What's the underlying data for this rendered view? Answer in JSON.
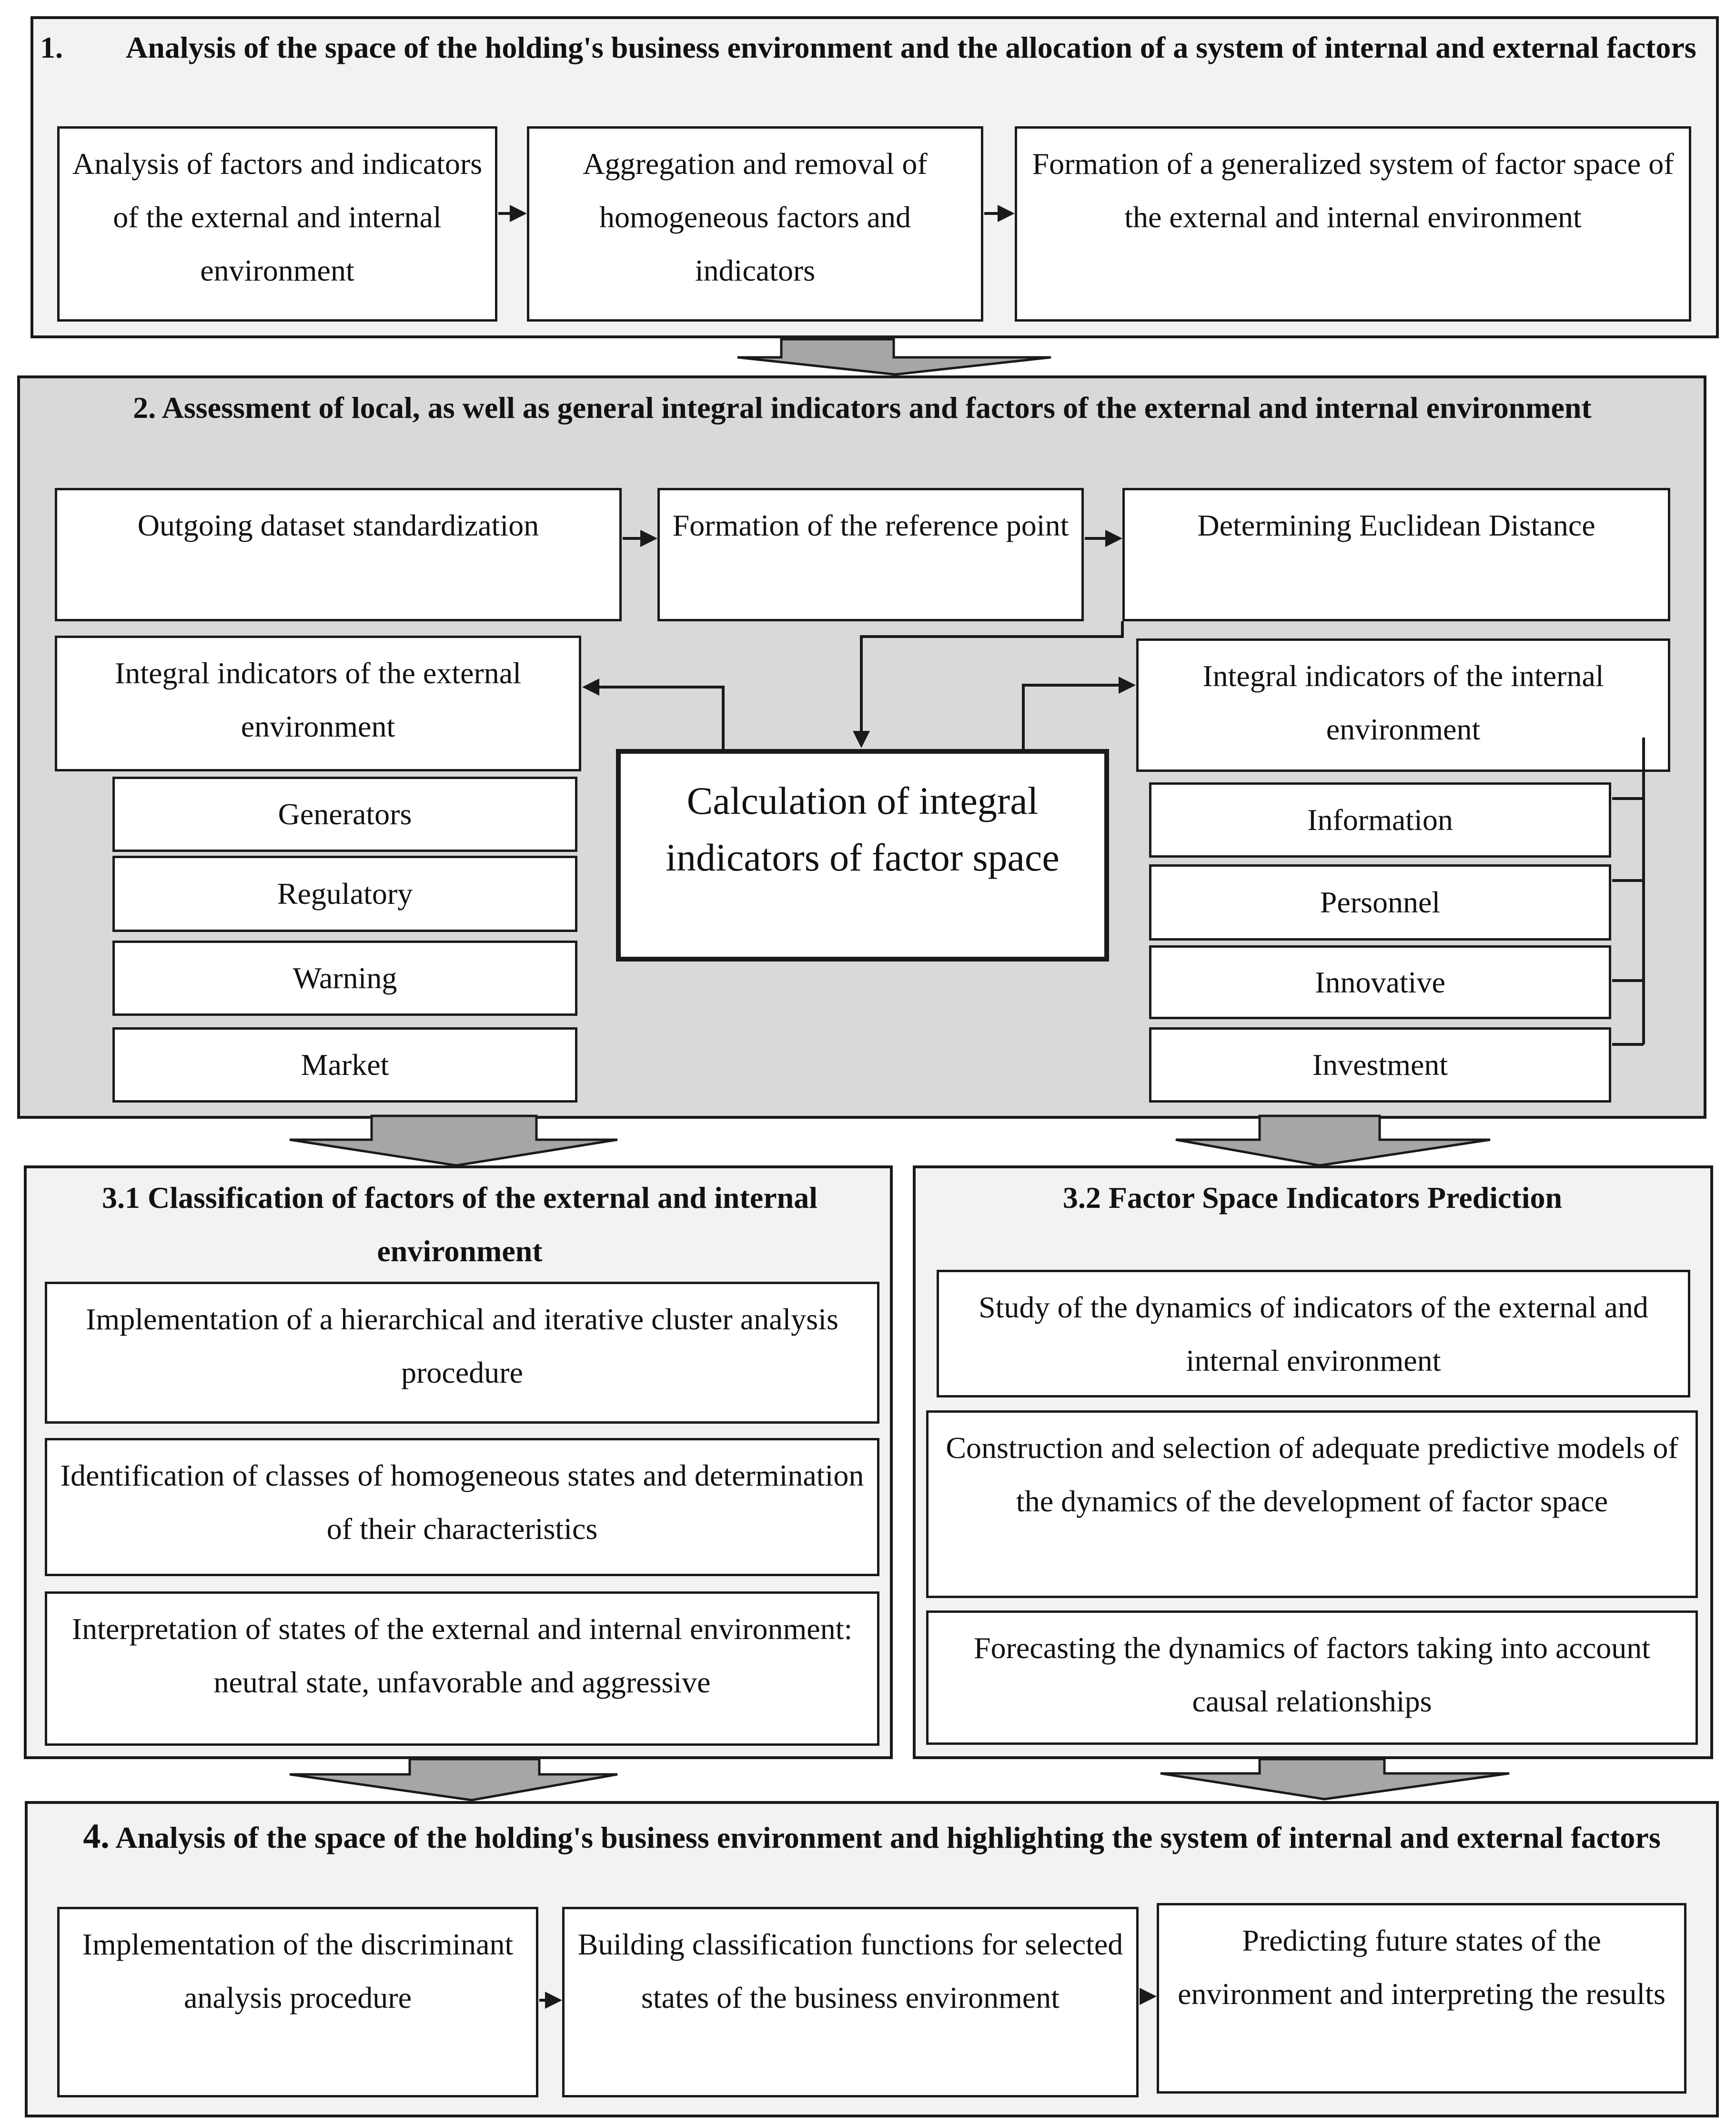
{
  "s1": {
    "number": "1.",
    "title": "Analysis of the space of the holding's business environment and the allocation of a system of internal and external factors",
    "boxes": [
      "Analysis of factors and indicators of the external and internal environment",
      "Aggregation and removal of homogeneous factors and indicators",
      "Formation of a generalized system of factor space of the external and internal environment"
    ]
  },
  "s2": {
    "title": "2. Assessment of local, as well as general integral indicators and factors of the external and internal environment",
    "steps": [
      "Outgoing dataset standardization",
      "Formation of the reference point",
      "Determining Euclidean Distance"
    ],
    "external_title": "Integral indicators of the external environment",
    "internal_title": "Integral indicators of the internal environment",
    "center": "Calculation of integral indicators of factor space",
    "external_items": [
      "Generators",
      "Regulatory",
      "Warning",
      "Market"
    ],
    "internal_items": [
      "Information",
      "Personnel",
      "Innovative",
      "Investment"
    ]
  },
  "s31": {
    "title": "3.1 Classification of factors of the external and internal environment",
    "boxes": [
      "Implementation of a hierarchical and iterative cluster analysis procedure",
      "Identification of classes of homogeneous states and determination of their characteristics",
      "Interpretation of states of the external and internal environment: neutral state, unfavorable and aggressive"
    ]
  },
  "s32": {
    "title": "3.2 Factor Space Indicators Prediction",
    "boxes": [
      "Study of the dynamics of indicators of the external and internal environment",
      "Construction and selection of adequate predictive models of the dynamics of the development of factor space",
      "Forecasting the dynamics of factors taking into account causal relationships"
    ]
  },
  "s4": {
    "number": "4.",
    "title": "Analysis of the space of the holding's business environment and highlighting the system of internal and external factors",
    "boxes": [
      "Implementation of the discriminant analysis procedure",
      "Building classification functions for selected states of the business environment",
      "Predicting future states of the environment and interpreting the results"
    ]
  },
  "colors": {
    "panel_light": "#f2f2f2",
    "panel_gray": "#d9d9d9",
    "arrow_fill": "#a6a6a6",
    "line": "#1a1a1a"
  }
}
